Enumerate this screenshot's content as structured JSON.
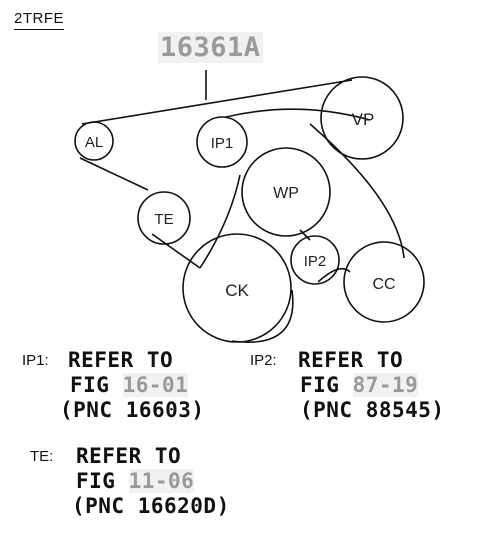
{
  "header": {
    "engine_code": "2TRFE",
    "part_number": "16361A"
  },
  "pulleys": [
    {
      "id": "AL",
      "label": "AL"
    },
    {
      "id": "IP1",
      "label": "IP1"
    },
    {
      "id": "VP",
      "label": "VP"
    },
    {
      "id": "WP",
      "label": "WP"
    },
    {
      "id": "TE",
      "label": "TE"
    },
    {
      "id": "IP2",
      "label": "IP2"
    },
    {
      "id": "CK",
      "label": "CK"
    },
    {
      "id": "CC",
      "label": "CC"
    }
  ],
  "notes": [
    {
      "tag": "IP1:",
      "line1": "REFER TO",
      "fig_prefix": "FIG",
      "fig_ref": "16-01",
      "pnc": "(PNC 16603)"
    },
    {
      "tag": "IP2:",
      "line1": "REFER TO",
      "fig_prefix": "FIG",
      "fig_ref": "87-19",
      "pnc": "(PNC 88545)"
    },
    {
      "tag": "TE:",
      "line1": "REFER TO",
      "fig_prefix": "FIG",
      "fig_ref": "11-06",
      "pnc": "(PNC 16620D)"
    }
  ]
}
